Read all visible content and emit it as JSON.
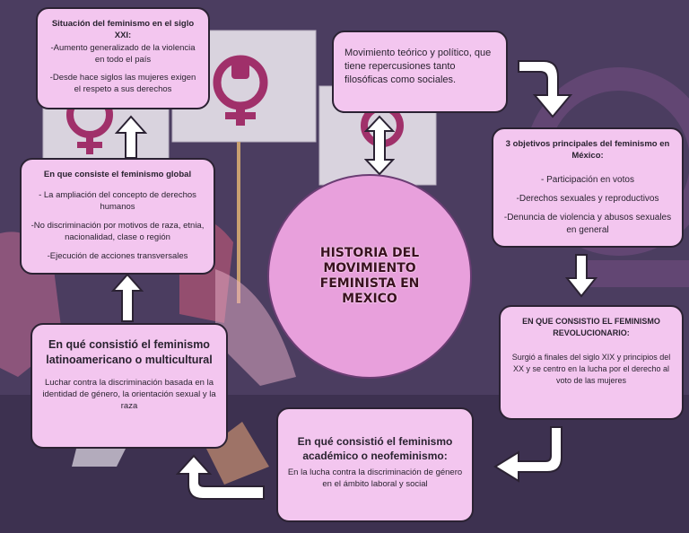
{
  "center": {
    "title": "HISTORIA DEL MOVIMIENTO FEMINISTA EN MEXICO"
  },
  "boxes": {
    "siglo_xxi": {
      "title": "Situación del feminismo en el siglo XXI:",
      "line1": "-Aumento generalizado de la violencia en todo el país",
      "line2": "-Desde hace siglos las mujeres exigen el respeto a sus derechos"
    },
    "movimiento": {
      "text": "Movimiento teórico y político, que tiene repercusiones tanto filosóficas como sociales."
    },
    "objetivos": {
      "title": "3 objetivos principales del feminismo en México:",
      "item1": "- Participación en votos",
      "item2": "-Derechos sexuales y reproductivos",
      "item3": "-Denuncia de violencia y abusos sexuales en general"
    },
    "revolucionario": {
      "title": "EN QUE CONSISTIO EL FEMINISMO REVOLUCIONARIO:",
      "text": "Surgió a finales del siglo XIX y principios del XX y se centro en la lucha por el derecho al voto de las mujeres"
    },
    "academico": {
      "title": "En qué consistió el feminismo académico o neofeminismo:",
      "text": "En la lucha contra la discriminación de género en el ámbito laboral y social"
    },
    "latinoamericano": {
      "title": "En qué consistió el feminismo latinoamericano o multicultural",
      "text": "Luchar contra la discriminación basada en la identidad de género, la orientación sexual y la raza"
    },
    "global": {
      "title": "En que consiste el feminismo global",
      "item1": "- La ampliación del concepto de derechos humanos",
      "item2": "-No discriminación por motivos de raza, etnia, nacionalidad, clase o región",
      "item3": "-Ejecución de acciones transversales"
    }
  },
  "colors": {
    "background": "#4a3a5e",
    "box_fill": "#f3c6ef",
    "circle_fill": "#e8a0dc",
    "arrow_fill": "#ffffff"
  }
}
